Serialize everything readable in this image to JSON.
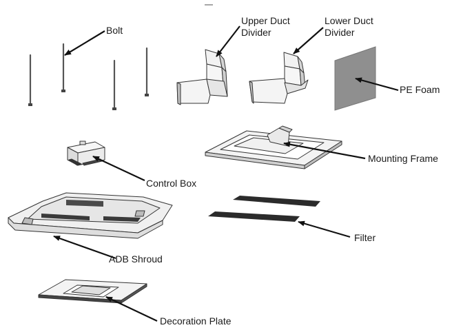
{
  "labels": {
    "bolt": "Bolt",
    "upper_duct_divider": "Upper Duct Divider",
    "lower_duct_divider": "Lower Duct Divider",
    "pe_foam": "PE Foam",
    "mounting_frame": "Mounting Frame",
    "control_box": "Control Box",
    "filter": "Filter",
    "adb_shroud": "ADB Shroud",
    "decoration_plate": "Decoration Plate"
  },
  "colors": {
    "line": "#222222",
    "part_fill": "#f4f4f4",
    "shade": "#cfcfcf",
    "foam": "#8f8f8f",
    "filter": "#2b2b2b"
  }
}
